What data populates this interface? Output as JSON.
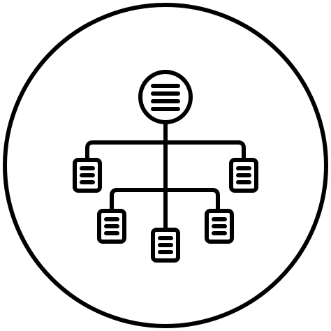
{
  "icon": {
    "name": "hierarchy-structure-icon",
    "stroke_color": "#000000",
    "fill_color": "#ffffff",
    "background_color": "#ffffff",
    "nodes": {
      "root": "circle-document-node",
      "children": [
        "left-document-node",
        "right-document-node"
      ],
      "grandchildren": [
        "bottom-left-document-node",
        "bottom-center-document-node",
        "bottom-right-document-node"
      ]
    }
  }
}
